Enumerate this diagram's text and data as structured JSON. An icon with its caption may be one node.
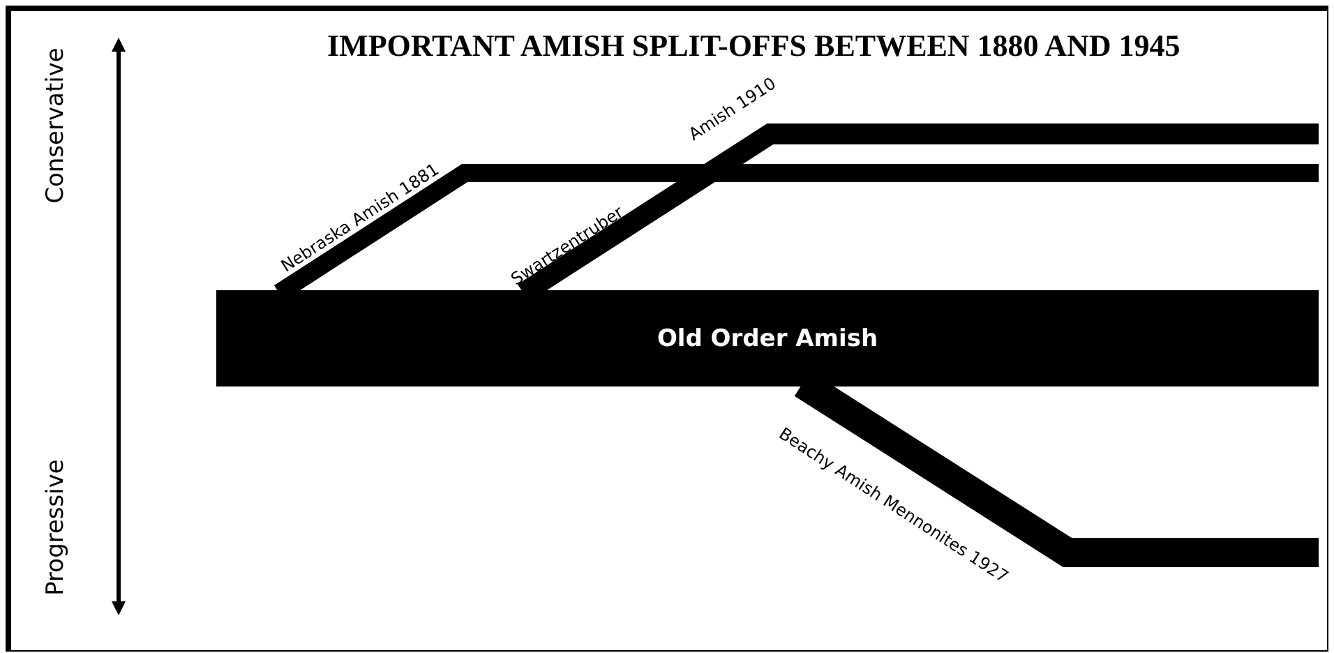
{
  "diagram": {
    "title": "IMPORTANT AMISH SPLIT-OFFS BETWEEN 1880 AND 1945",
    "nodes": [
      {
        "text": [
          "Old Order Amish"
        ]
      }
    ],
    "labels": [
      "Conservative",
      "Nebraska Amish 1881",
      "Swartzentruber",
      "Amish 1910",
      "Progressive",
      "Beachy Amish Mennonites 1927"
    ]
  }
}
